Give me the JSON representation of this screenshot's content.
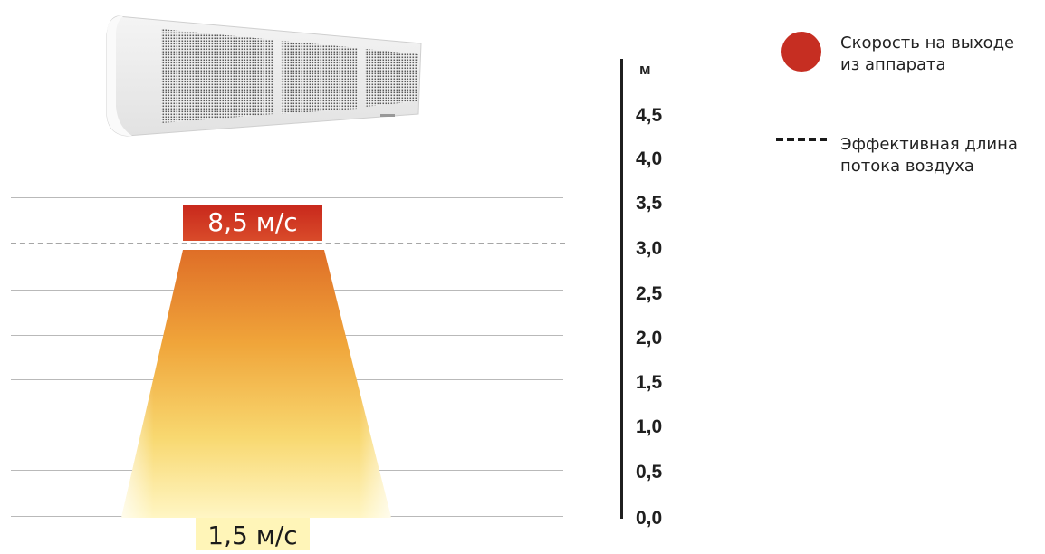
{
  "speeds": {
    "outlet": "8,5 м/с",
    "end": "1,5 м/с"
  },
  "axis": {
    "unit": "м",
    "ticks": [
      "4,5",
      "4,0",
      "3,5",
      "3,0",
      "2,5",
      "2,0",
      "1,5",
      "1,0",
      "0,5",
      "0,0"
    ]
  },
  "legend": {
    "outlet_speed_label_line1": "Скорость на выходе",
    "outlet_speed_label_line2": "из аппарата",
    "effective_length_label_line1": "Эффективная длина",
    "effective_length_label_line2": "потока воздуха"
  },
  "colors": {
    "accent_red": "#c62e22",
    "flow_top": "#e07a2c",
    "flow_bottom": "#fff3b0"
  },
  "effective_length_value": 3.0
}
